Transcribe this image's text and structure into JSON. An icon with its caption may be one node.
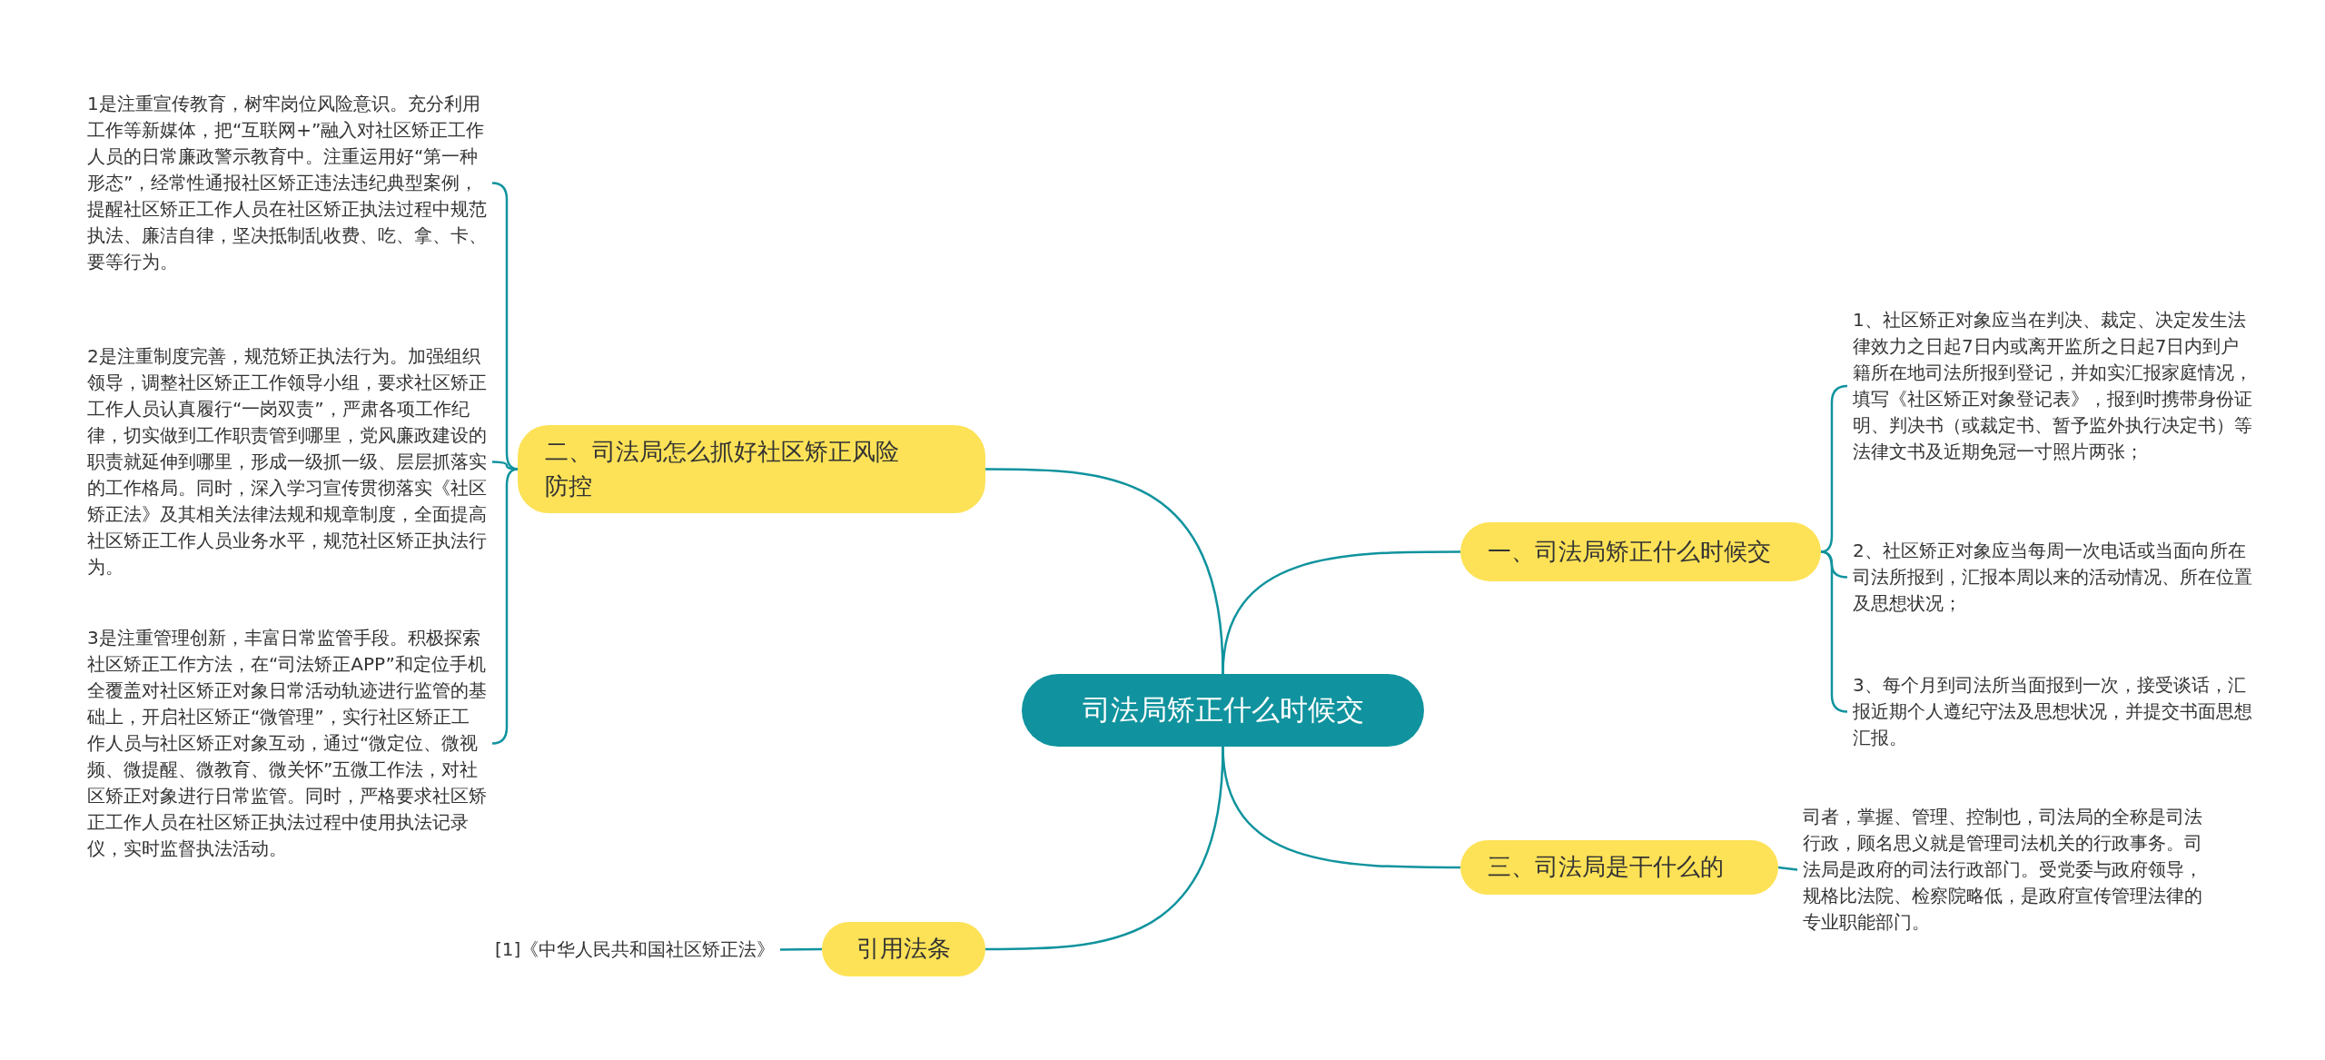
{
  "diagram": {
    "nodes": [
      {
        "text": [
          "司法局矫正什么时候交"
        ]
      },
      {
        "text": [
          "二、司法局怎么抓好社区矫正风险防控"
        ]
      },
      {
        "text": [
          "1是注重宣传教育，树牢岗位风险意识。充分利用工作等新媒体，把“互联网+”融入对社区矫正工作人员的日常廉政警示教育中。注重运用好“第一种形态”，经常性通报社区矫正违法违纪典型案例，提醒社区矫正工作人员在社区矫正执法过程中规范执法、廉洁自律，坚决抵制乱收费、吃、拿、卡、要等行为。"
        ]
      },
      {
        "text": [
          "2是注重制度完善，规范矫正执法行为。加强组织领导，调整社区矫正工作领导小组，要求社区矫正工作人员认真履行“一岗双责”，严肃各项工作纪律，切实做到工作职责管到哪里，党风廉政建设的职责就延伸到哪里，形成一级抓一级、层层抓落实的工作格局。同时，深入学习宣传贯彻落实《社区矫正法》及其相关法律法规和规章制度，全面提高社区矫正工作人员业务水平，规范社区矫正执法行为。"
        ]
      },
      {
        "text": [
          "3是注重管理创新，丰富日常监管手段。积极探索社区矫正工作方法，在“司法矫正APP”和定位手机全覆盖对社区矫正对象日常活动轨迹进行监管的基础上，开启社区矫正“微管理”，实行社区矫正工作人员与社区矫正对象互动，通过“微定位、微视频、微提醒、微教育、微关怀”五微工作法，对社区矫正对象进行日常监管。同时，严格要求社区矫正工作人员在社区矫正执法过程中使用执法记录仪，实时监督执法活动。"
        ]
      },
      {
        "text": [
          "引用法条"
        ]
      },
      {
        "text": [
          "[1]《中华人民共和国社区矫正法》"
        ]
      },
      {
        "text": [
          "一、司法局矫正什么时候交"
        ]
      },
      {
        "text": [
          "1、社区矫正对象应当在判决、裁定、决定发生法律效力之日起7日内或离开监所之日起7日内到户籍所在地司法所报到登记，并如实汇报家庭情况，填写《社区矫正对象登记表》，报到时携带身份证明、判决书（或裁定书、暂予监外执行决定书）等法律文书及近期免冠一寸照片两张；"
        ]
      },
      {
        "text": [
          "2、社区矫正对象应当每周一次电话或当面向所在司法所报到，汇报本周以来的活动情况、所在位置及思想状况；"
        ]
      },
      {
        "text": [
          "3、每个月到司法所当面报到一次，接受谈话，汇报近期个人遵纪守法及思想状况，并提交书面思想汇报。"
        ]
      },
      {
        "text": [
          "三、司法局是干什么的"
        ]
      },
      {
        "text": [
          "司者，掌握、管理、控制也，司法局的全称是司法行政，顾名思义就是管理司法机关的行政事务。司法局是政府的司法行政部门。受党委与政府领导，规格比法院、检察院略低，是政府宣传管理法律的专业职能部门。"
        ]
      }
    ],
    "edges": [
      {
        "from": 0,
        "to": 1,
        "arrow": "none"
      },
      {
        "from": 1,
        "to": 2,
        "arrow": "none"
      },
      {
        "from": 1,
        "to": 3,
        "arrow": "none"
      },
      {
        "from": 1,
        "to": 4,
        "arrow": "none"
      },
      {
        "from": 0,
        "to": 5,
        "arrow": "none"
      },
      {
        "from": 5,
        "to": 6,
        "arrow": "none"
      },
      {
        "from": 0,
        "to": 7,
        "arrow": "none"
      },
      {
        "from": 7,
        "to": 8,
        "arrow": "none"
      },
      {
        "from": 7,
        "to": 9,
        "arrow": "none"
      },
      {
        "from": 7,
        "to": 10,
        "arrow": "none"
      },
      {
        "from": 0,
        "to": 11,
        "arrow": "none"
      },
      {
        "from": 11,
        "to": 12,
        "arrow": "none"
      }
    ]
  }
}
